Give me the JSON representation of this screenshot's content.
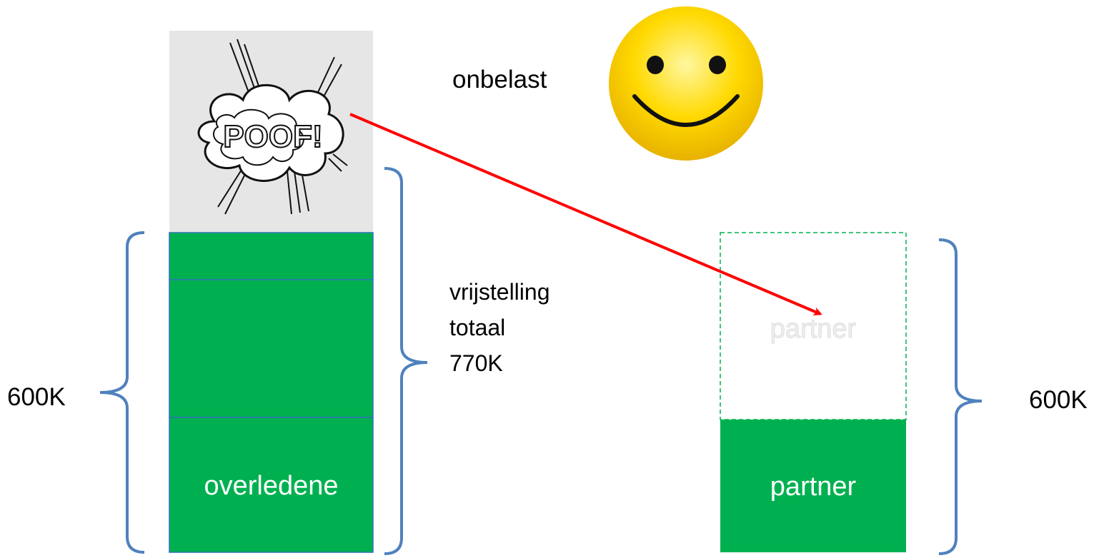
{
  "labels": {
    "left_amount": "600K",
    "right_amount": "600K",
    "onbelast": "onbelast",
    "exemption_lines": [
      "vrijstelling",
      "totaal",
      "770K"
    ],
    "deceased_label": "overledene",
    "partner_label": "partner",
    "partner_ghost_label": "partner",
    "poof_text": "POOF!"
  },
  "colors": {
    "green": "#00b050",
    "green_border": "#2e75b6",
    "bracket": "#4f81bd",
    "arrow": "#ff0000",
    "poof_bg": "#e6e6e6",
    "dashed_outline": "#00b050",
    "smiley": "#ffd700"
  },
  "icons": [
    "poof-burst-icon",
    "smiley-face-icon"
  ]
}
